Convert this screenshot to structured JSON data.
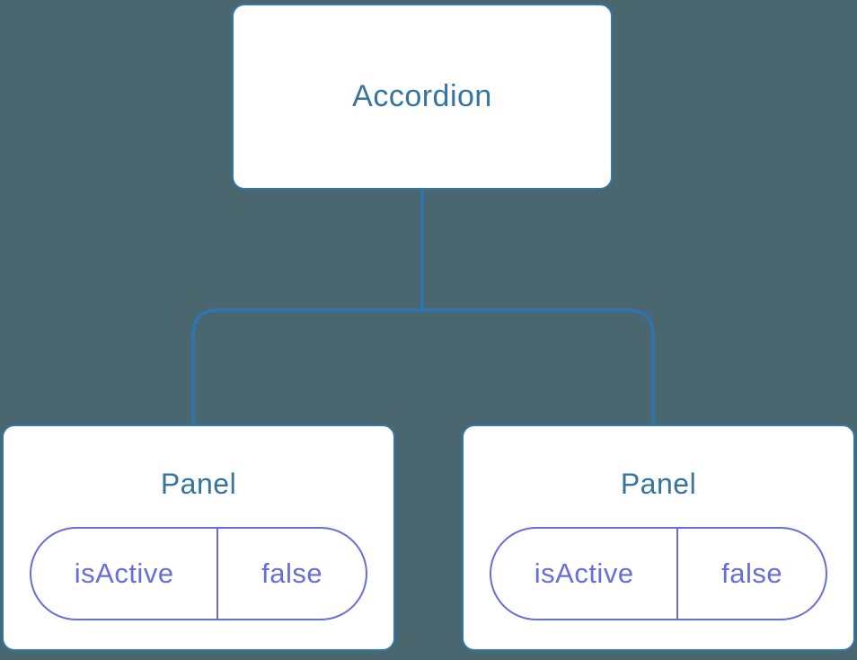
{
  "theme": {
    "background": "#4A666F",
    "node_fill": "#FFFFFF",
    "node_border": "#3176AC",
    "connector": "#2C77B2",
    "title_color": "#35749E",
    "pill_color": "#686DD7"
  },
  "tree": {
    "root": {
      "label": "Accordion"
    },
    "children": [
      {
        "label": "Panel",
        "state": {
          "name": "isActive",
          "value": "false"
        }
      },
      {
        "label": "Panel",
        "state": {
          "name": "isActive",
          "value": "false"
        }
      }
    ]
  }
}
